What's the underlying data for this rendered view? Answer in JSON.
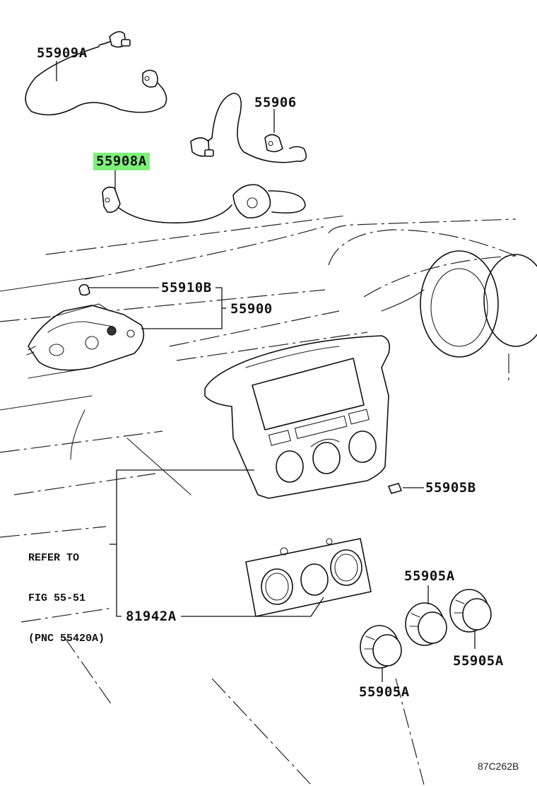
{
  "diagram": {
    "type": "parts-illustration",
    "highlight_color": "#7ef07a",
    "part_labels": [
      {
        "id": "p55909a",
        "text": "55909A",
        "highlighted": false,
        "describes": "wire harness with connectors"
      },
      {
        "id": "p55906",
        "text": "55906",
        "highlighted": false,
        "describes": "wire harness with connectors"
      },
      {
        "id": "p55908a",
        "text": "55908A",
        "highlighted": true,
        "describes": "control cable with damper connector"
      },
      {
        "id": "p55910b",
        "text": "55910B",
        "highlighted": false,
        "describes": "bulb/socket"
      },
      {
        "id": "p55900",
        "text": "55900",
        "highlighted": false,
        "describes": "heater control assembly"
      },
      {
        "id": "p55905b",
        "text": "55905B",
        "highlighted": false,
        "describes": "button/knob cap"
      },
      {
        "id": "p81942a",
        "text": "81942A",
        "highlighted": false,
        "describes": "control panel plate"
      },
      {
        "id": "p55905a_1",
        "text": "55905A",
        "highlighted": false,
        "describes": "knob"
      },
      {
        "id": "p55905a_2",
        "text": "55905A",
        "highlighted": false,
        "describes": "knob"
      },
      {
        "id": "p55905a_3",
        "text": "55905A",
        "highlighted": false,
        "describes": "knob"
      }
    ],
    "reference_note": {
      "line1": "REFER TO",
      "line2": "FIG 55-51",
      "line3": "(PNC 55420A)"
    },
    "figure_code": "87C262B"
  }
}
